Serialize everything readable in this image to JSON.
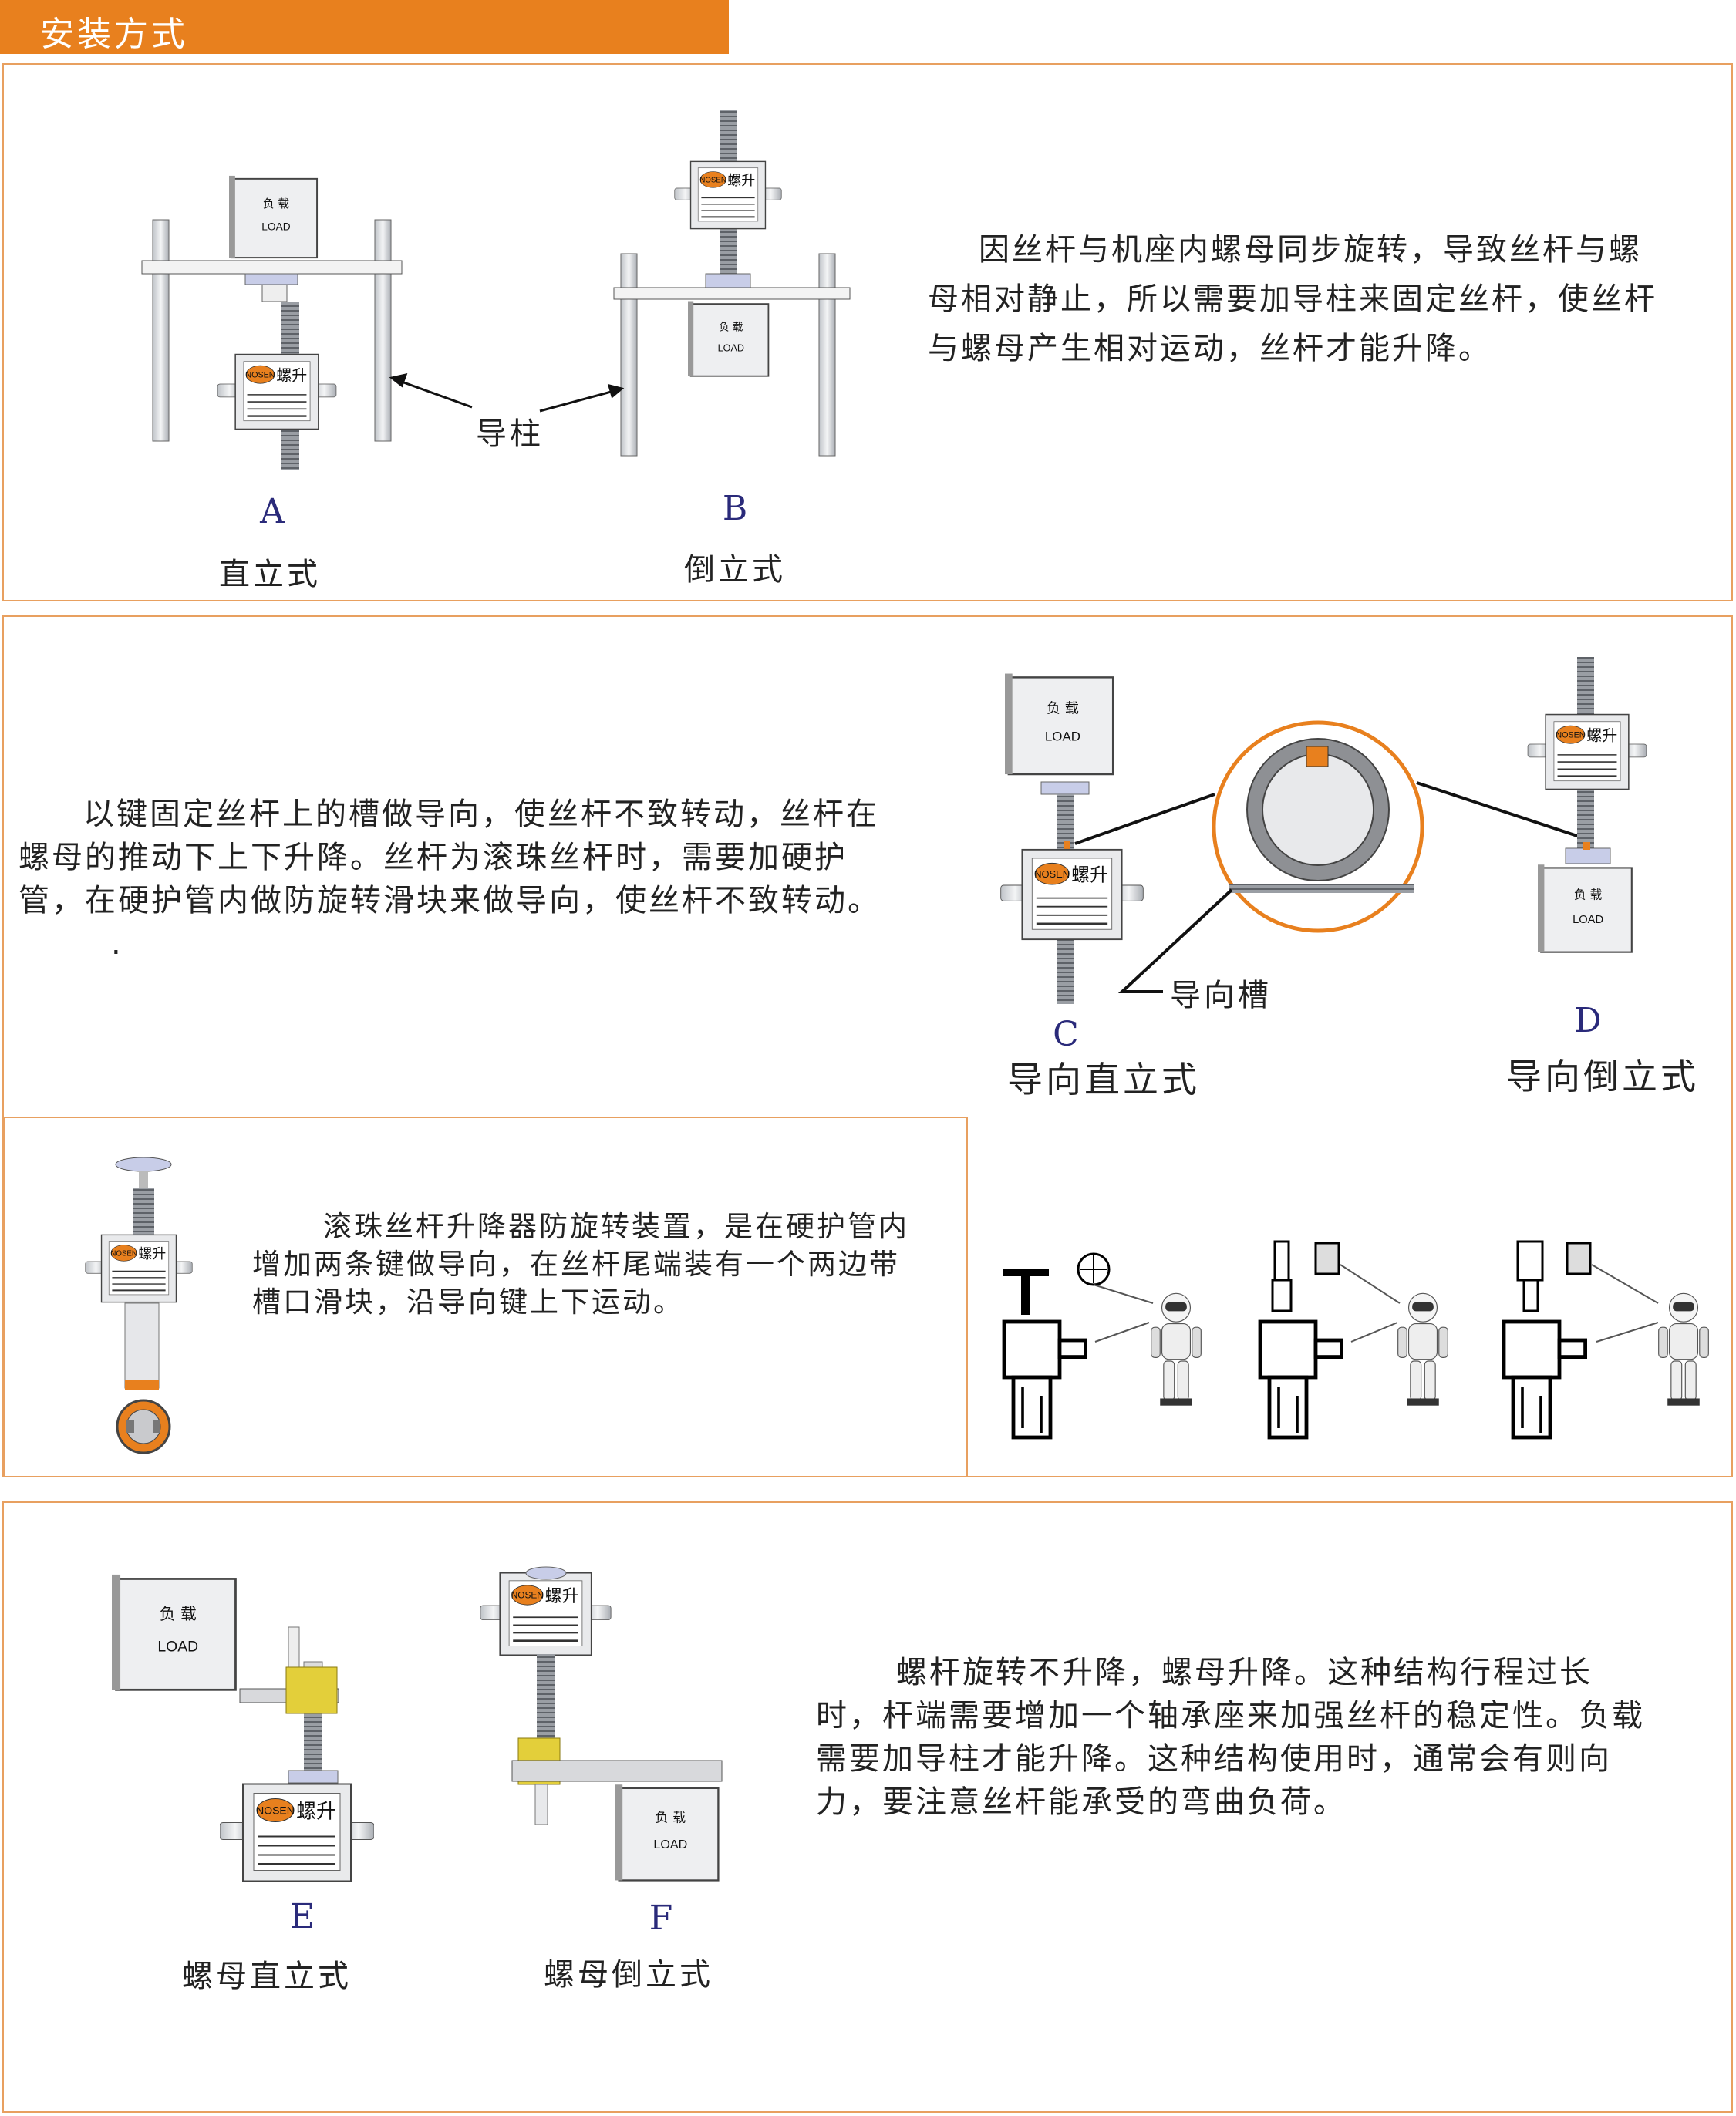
{
  "header": {
    "title": "安装方式",
    "accent_color": "#E8801E"
  },
  "jack_label": {
    "brand": "NOSEN",
    "name": "螺升",
    "load_cn": "负  载",
    "load_en": "LOAD"
  },
  "section1": {
    "description": [
      "因丝杆与机座内螺母同步旋转，导致丝杆与螺",
      "母相对静止，所以需要加导柱来固定丝杆，使丝杆",
      "与螺母产生相对运动，丝杆才能升降。"
    ],
    "callout": "导柱",
    "figures": [
      {
        "letter": "A",
        "caption": "直立式"
      },
      {
        "letter": "B",
        "caption": "倒立式"
      }
    ]
  },
  "section2": {
    "description": [
      "以键固定丝杆上的槽做导向，使丝杆不致转动，丝杆在",
      "螺母的推动下上下升降。丝杆为滚珠丝杆时，需要加硬护",
      "管，在硬护管内做防旋转滑块来做导向，使丝杆不致转动。"
    ],
    "stray_mark": ".",
    "callout": "导向槽",
    "figures": [
      {
        "letter": "C",
        "caption": "导向直立式"
      },
      {
        "letter": "D",
        "caption": "导向倒立式"
      }
    ],
    "ball_screw_description": [
      "滚珠丝杆升降器防旋转装置，是在硬护管内",
      "增加两条键做导向，在丝杆尾端装有一个两边带",
      "槽口滑块，沿导向键上下运动。"
    ]
  },
  "section3": {
    "description": [
      "螺杆旋转不升降，螺母升降。这种结构行程过长",
      "时，杆端需要增加一个轴承座来加强丝杆的稳定性。负载",
      "需要加导柱才能升降。这种结构使用时，通常会有则向",
      "力，要注意丝杆能承受的弯曲负荷。"
    ],
    "figures": [
      {
        "letter": "E",
        "caption": "螺母直立式"
      },
      {
        "letter": "F",
        "caption": "螺母倒立式"
      }
    ]
  }
}
